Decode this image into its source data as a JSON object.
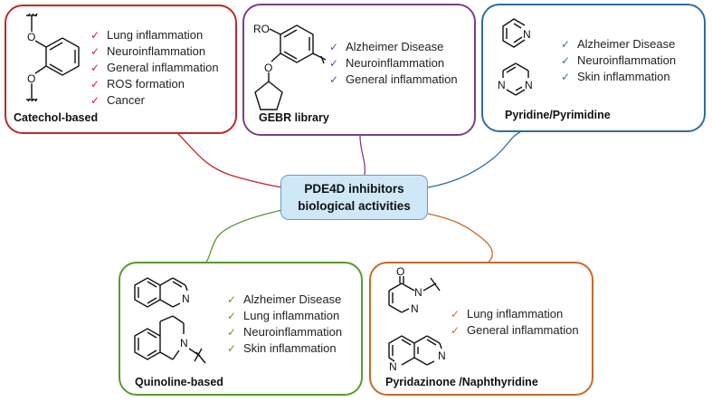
{
  "center": {
    "line1": "PDE4D inhibitors",
    "line2": "biological activities"
  },
  "check_mark": "✓",
  "colors": {
    "catechol": "#c0282c",
    "gebr": "#7b3f8c",
    "pyridine": "#2f6ea3",
    "quinoline": "#5a9a2e",
    "pyridazinone": "#c76a2c",
    "center_fill": "#cfe8f7",
    "center_border": "#6b9bc7"
  },
  "cards": {
    "catechol": {
      "title": "Catechol-based",
      "activities": [
        "Lung inflammation",
        "Neuroinflammation",
        "General inflammation",
        "ROS formation",
        "Cancer"
      ]
    },
    "gebr": {
      "title": "GEBR library",
      "atom_label": "RO",
      "activities": [
        "Alzheimer Disease",
        "Neuroinflammation",
        "General inflammation"
      ]
    },
    "pyridine": {
      "title": "Pyridine/Pyrimidine",
      "atom_label": "N",
      "activities": [
        "Alzheimer Disease",
        "Neuroinflammation",
        "Skin inflammation"
      ]
    },
    "quinoline": {
      "title": "Quinoline-based",
      "atom_label": "N",
      "activities": [
        "Alzheimer Disease",
        "Lung inflammation",
        "Neuroinflammation",
        "Skin inflammation"
      ]
    },
    "pyridazinone": {
      "title": "Pyridazinone /Naphthyridine",
      "atom_label": "N",
      "atom_label_o": "O",
      "activities": [
        "Lung inflammation",
        "General inflammation"
      ]
    }
  }
}
